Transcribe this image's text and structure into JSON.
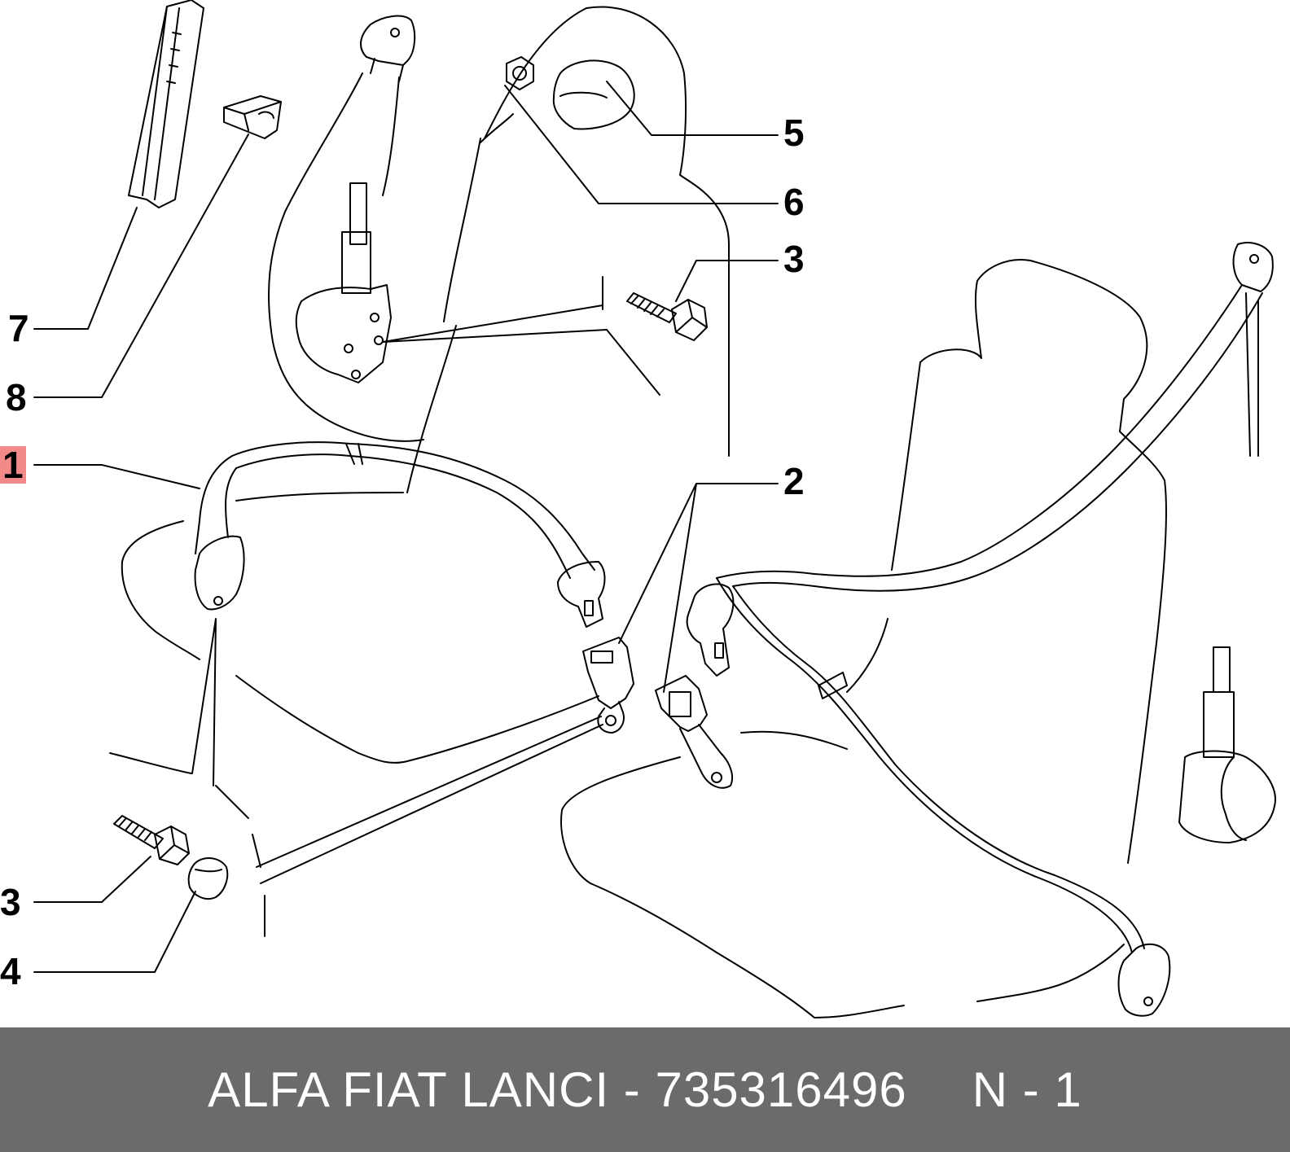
{
  "callouts": {
    "c7": "7",
    "c8": "8",
    "c1": "1",
    "c3_left": "3",
    "c4": "4",
    "c5": "5",
    "c6": "6",
    "c3_right": "3",
    "c2": "2"
  },
  "footer": {
    "brand": "ALFA FIAT LANCI",
    "separator": "-",
    "part_number": "735316496",
    "position": "N - 1"
  },
  "colors": {
    "highlight": "#f28a8a",
    "footer_bg": "#6b6b6b",
    "footer_text": "#ffffff",
    "line": "#000000"
  }
}
